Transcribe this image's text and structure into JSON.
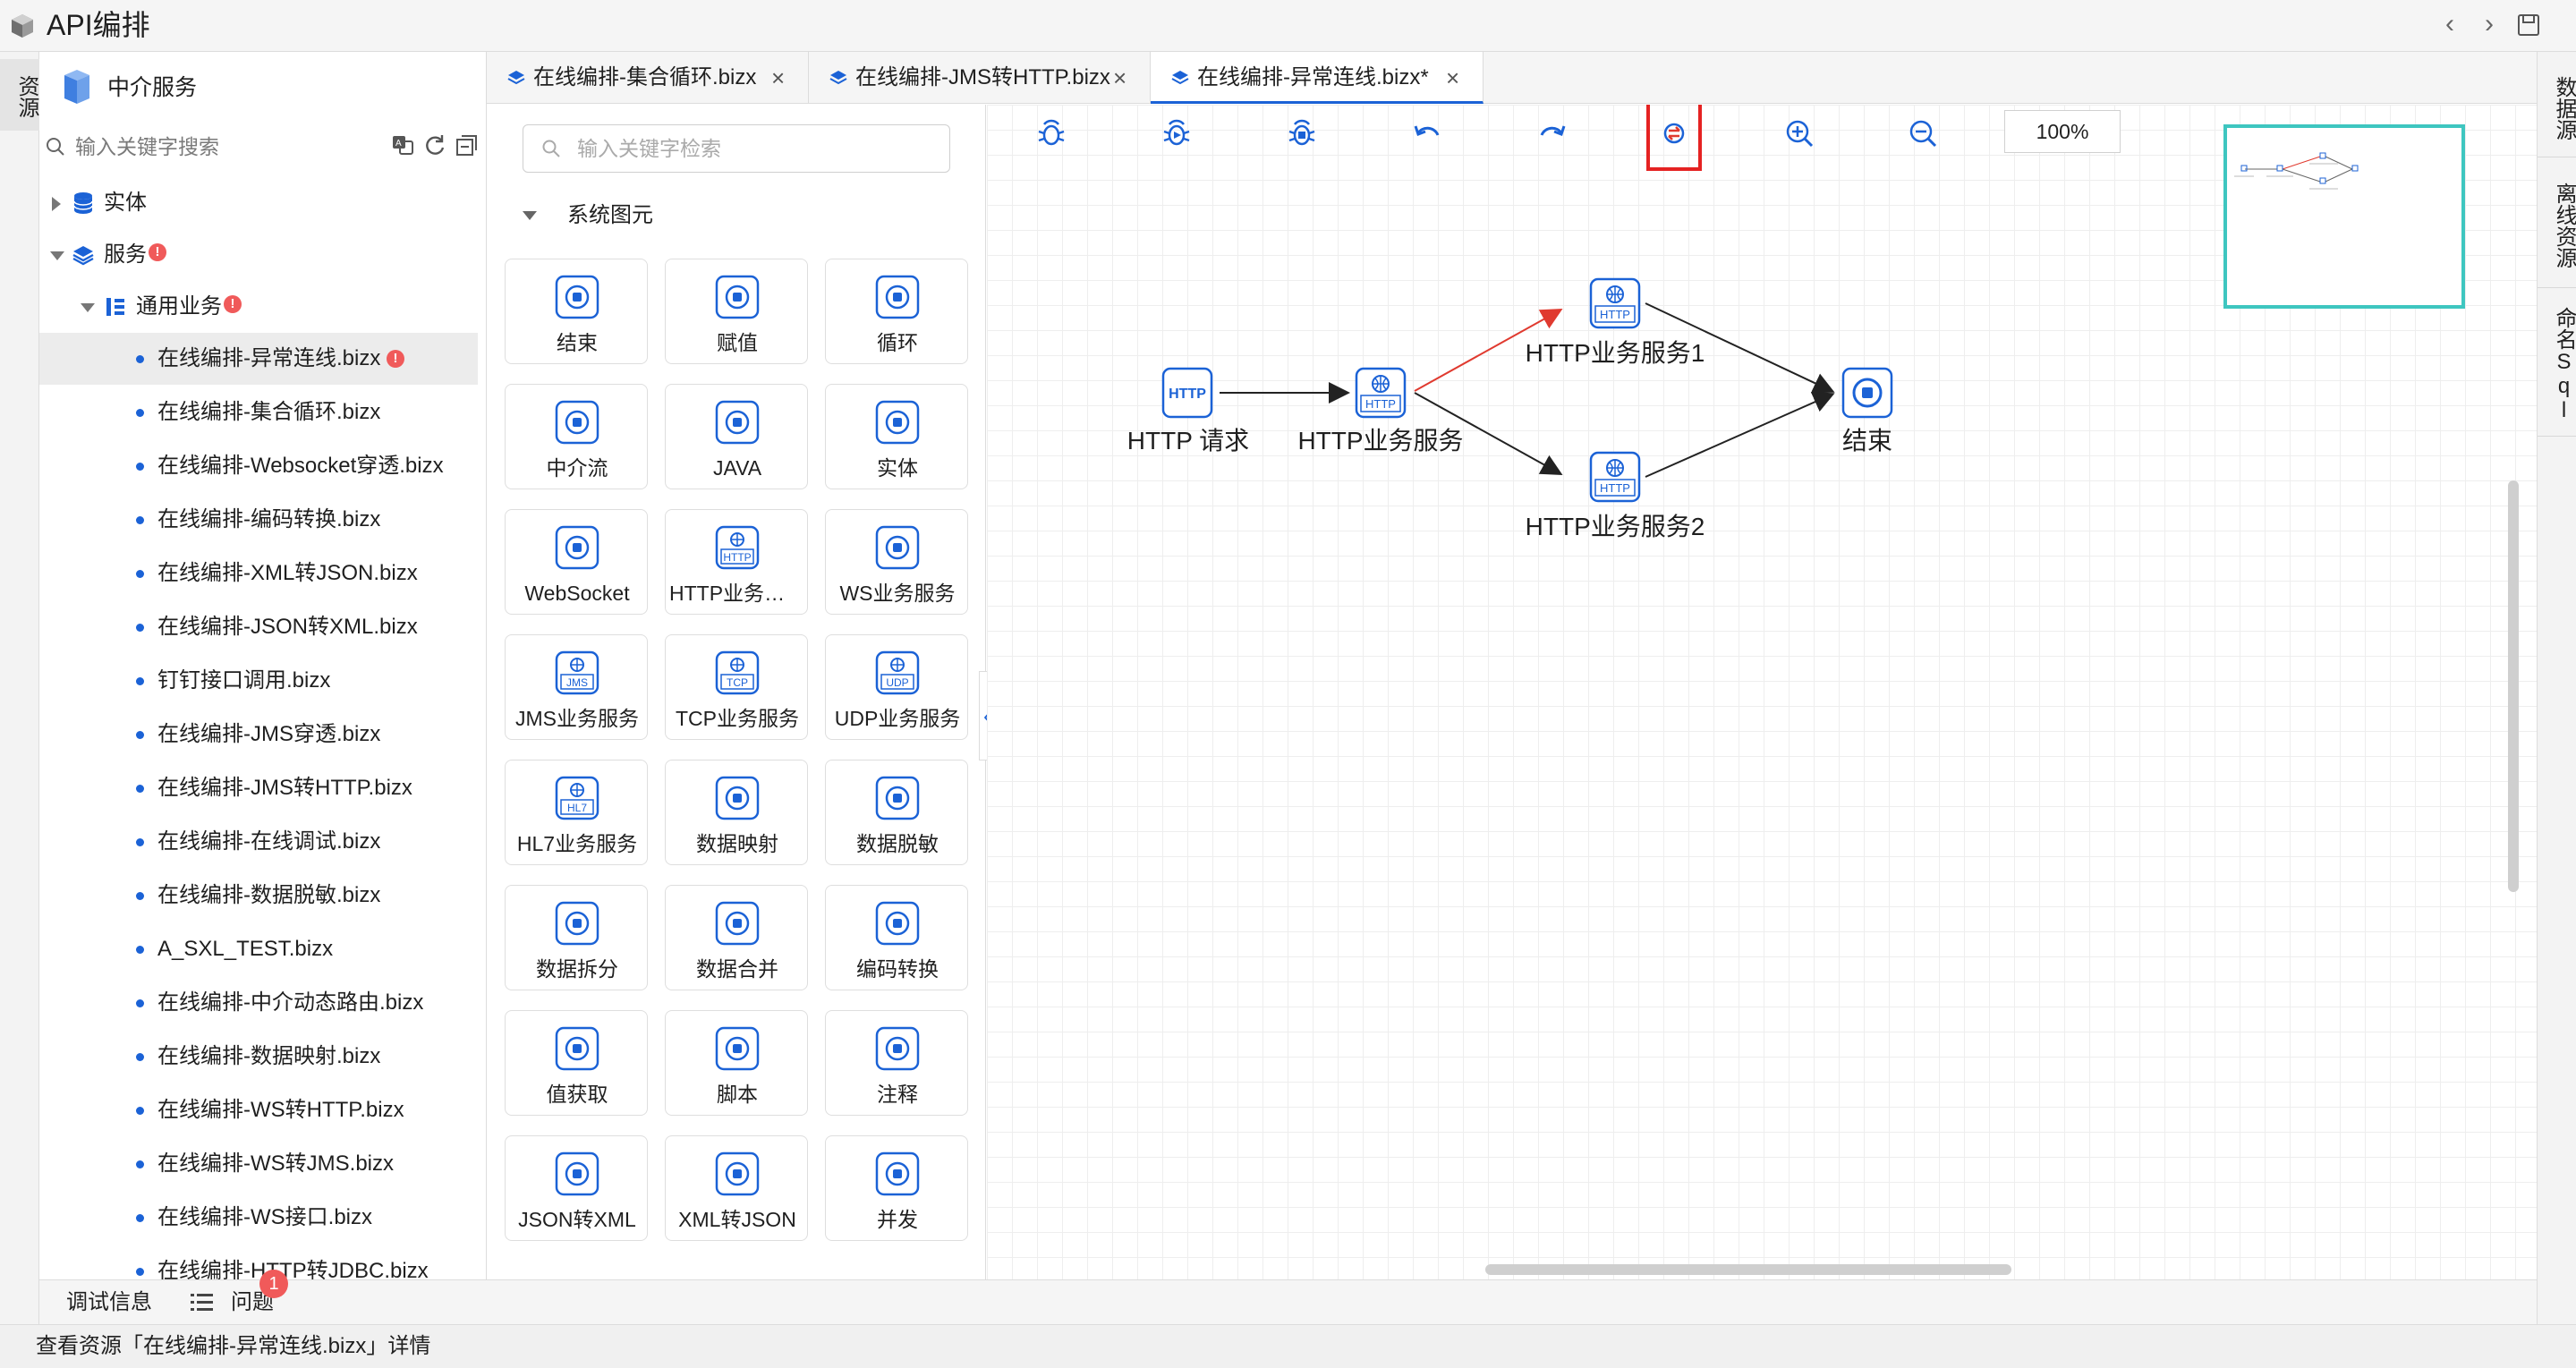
{
  "app": {
    "title": "API编排"
  },
  "left_strip": {
    "tab_resources": "资源"
  },
  "resource_panel": {
    "title": "中介服务",
    "search_placeholder": "输入关键字搜索",
    "tree": {
      "entity": "实体",
      "service": "服务",
      "common_business": "通用业务",
      "items": [
        "在线编排-异常连线.bizx",
        "在线编排-集合循环.bizx",
        "在线编排-Websocket穿透.bizx",
        "在线编排-编码转换.bizx",
        "在线编排-XML转JSON.bizx",
        "在线编排-JSON转XML.bizx",
        "钉钉接口调用.bizx",
        "在线编排-JMS穿透.bizx",
        "在线编排-JMS转HTTP.bizx",
        "在线编排-在线调试.bizx",
        "在线编排-数据脱敏.bizx",
        "A_SXL_TEST.bizx",
        "在线编排-中介动态路由.bizx",
        "在线编排-数据映射.bizx",
        "在线编排-WS转HTTP.bizx",
        "在线编排-WS转JMS.bizx",
        "在线编排-WS接口.bizx",
        "在线编排-HTTP转JDBC.bizx"
      ]
    }
  },
  "tabs": [
    {
      "label": "在线编排-集合循环.bizx",
      "close": "×"
    },
    {
      "label": "在线编排-JMS转HTTP.bizx",
      "close": "×"
    },
    {
      "label": "在线编排-异常连线.bizx*",
      "close": "×"
    }
  ],
  "palette": {
    "search_placeholder": "输入关键字检索",
    "section": "系统图元",
    "items": [
      {
        "label": "结束",
        "icon": "stop-icon"
      },
      {
        "label": "赋值",
        "icon": "assign-icon"
      },
      {
        "label": "循环",
        "icon": "loop-icon"
      },
      {
        "label": "中介流",
        "icon": "flow-icon"
      },
      {
        "label": "JAVA",
        "icon": "java-icon"
      },
      {
        "label": "实体",
        "icon": "cube-icon"
      },
      {
        "label": "WebSocket",
        "icon": "websocket-icon"
      },
      {
        "label": "HTTP业务服务",
        "icon": "http-service-icon",
        "badge": "HTTP"
      },
      {
        "label": "WS业务服务",
        "icon": "ws-service-icon"
      },
      {
        "label": "JMS业务服务",
        "icon": "jms-service-icon",
        "badge": "JMS"
      },
      {
        "label": "TCP业务服务",
        "icon": "tcp-service-icon",
        "badge": "TCP"
      },
      {
        "label": "UDP业务服务",
        "icon": "udp-service-icon",
        "badge": "UDP"
      },
      {
        "label": "HL7业务服务",
        "icon": "hl7-service-icon",
        "badge": "HL7"
      },
      {
        "label": "数据映射",
        "icon": "data-mapping-icon"
      },
      {
        "label": "数据脱敏",
        "icon": "data-masking-icon"
      },
      {
        "label": "数据拆分",
        "icon": "data-split-icon"
      },
      {
        "label": "数据合并",
        "icon": "data-merge-icon"
      },
      {
        "label": "编码转换",
        "icon": "encoding-icon"
      },
      {
        "label": "值获取",
        "icon": "value-get-icon"
      },
      {
        "label": "脚本",
        "icon": "script-icon"
      },
      {
        "label": "注释",
        "icon": "comment-icon"
      },
      {
        "label": "JSON转XML",
        "icon": "json-to-xml-icon"
      },
      {
        "label": "XML转JSON",
        "icon": "xml-to-json-icon"
      },
      {
        "label": "并发",
        "icon": "concurrent-icon"
      }
    ]
  },
  "canvas": {
    "zoom": "100%",
    "nodes": {
      "http_request": "HTTP 请求",
      "http_service": "HTTP业务服务",
      "http_service1": "HTTP业务服务1",
      "http_service2": "HTTP业务服务2",
      "end": "结束"
    },
    "node_badge": "HTTP",
    "colors": {
      "accent": "#1b62d6",
      "error_edge": "#e03a2f",
      "minimap_border": "#3ec6c0"
    }
  },
  "right_strip": {
    "tabs": [
      "数据源",
      "离线资源",
      "命名Sql"
    ]
  },
  "bottom_bar": {
    "debug_info": "调试信息",
    "problems": "问题",
    "problems_count": "1"
  },
  "status": {
    "text": "查看资源「在线编排-异常连线.bizx」详情"
  }
}
